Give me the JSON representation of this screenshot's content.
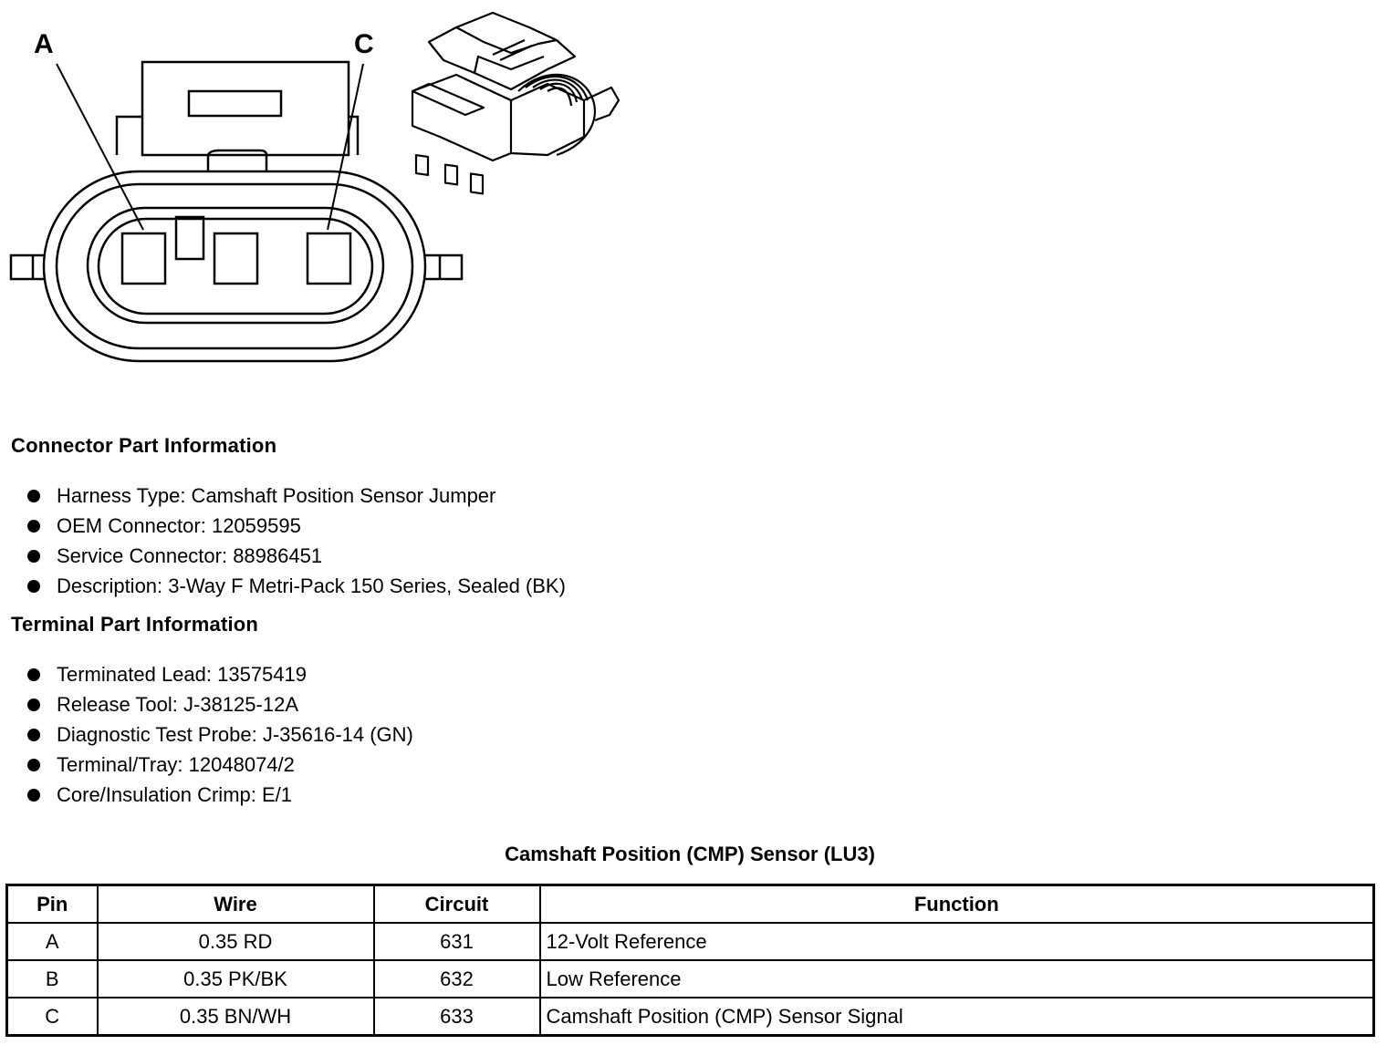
{
  "diagram": {
    "callout_a": "A",
    "callout_c": "C"
  },
  "connector_info": {
    "heading": "Connector Part Information",
    "items": [
      "Harness Type: Camshaft Position Sensor Jumper",
      "OEM Connector: 12059595",
      "Service Connector: 88986451",
      "Description: 3-Way F Metri-Pack 150 Series, Sealed (BK)"
    ]
  },
  "terminal_info": {
    "heading": "Terminal Part Information",
    "items": [
      "Terminated Lead: 13575419",
      "Release Tool: J-38125-12A",
      "Diagnostic Test Probe: J-35616-14 (GN)",
      "Terminal/Tray: 12048074/2",
      "Core/Insulation Crimp: E/1"
    ]
  },
  "pin_table": {
    "title": "Camshaft Position (CMP) Sensor (LU3)",
    "headers": [
      "Pin",
      "Wire",
      "Circuit",
      "Function"
    ],
    "rows": [
      [
        "A",
        "0.35 RD",
        "631",
        "12-Volt Reference"
      ],
      [
        "B",
        "0.35 PK/BK",
        "632",
        "Low Reference"
      ],
      [
        "C",
        "0.35 BN/WH",
        "633",
        "Camshaft Position (CMP) Sensor Signal"
      ]
    ]
  }
}
